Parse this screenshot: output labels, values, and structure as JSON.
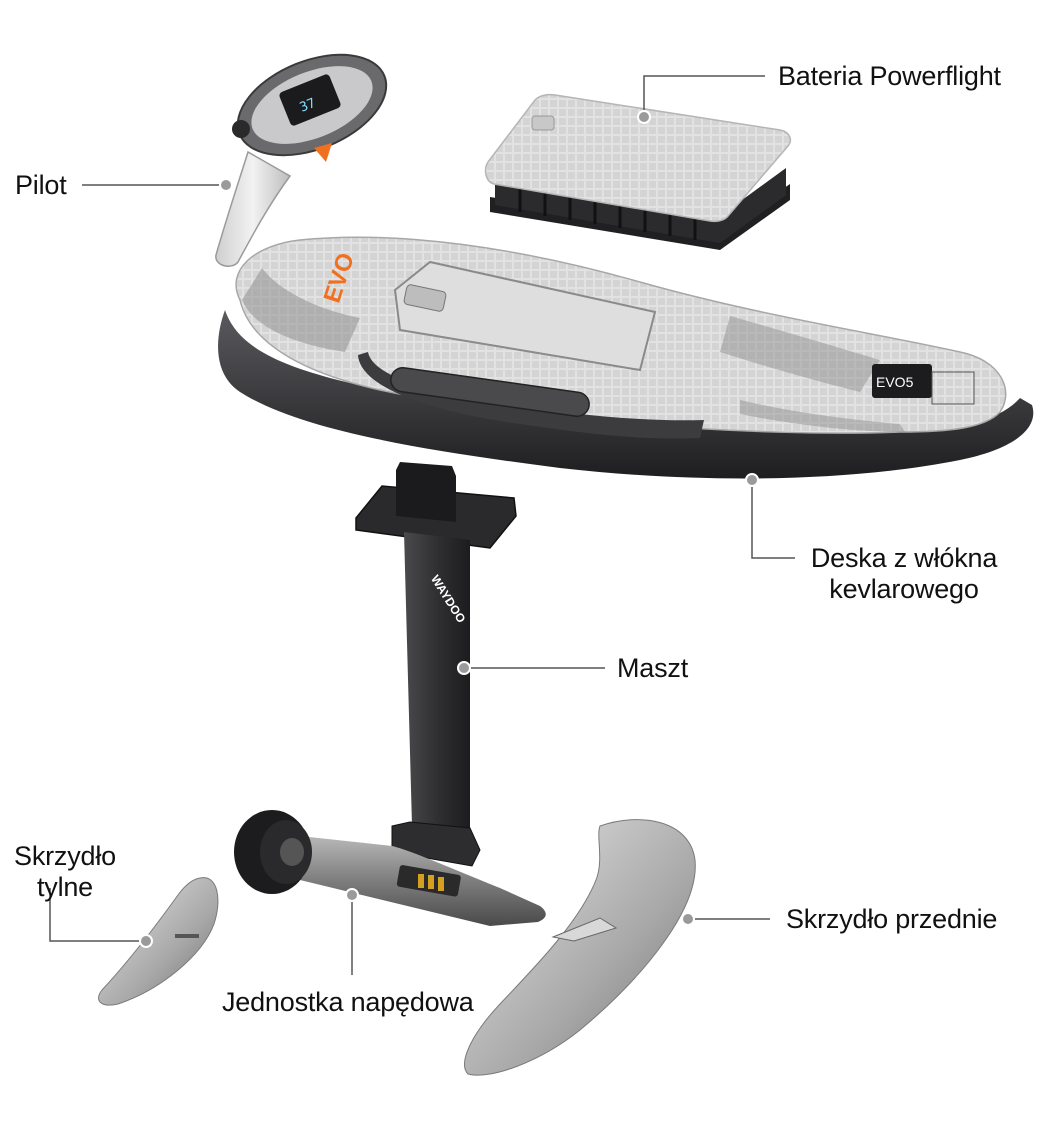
{
  "diagram": {
    "labels": {
      "battery": "Bateria Powerflight",
      "remote": "Pilot",
      "board_line1": "Deska z włókna",
      "board_line2": "kevlarowego",
      "mast": "Maszt",
      "rear_wing_line1": "Skrzydło",
      "rear_wing_line2": "tylne",
      "front_wing": "Skrzydło przednie",
      "drive_unit": "Jednostka napędowa"
    },
    "product_marks": {
      "board_logo": "EVO",
      "board_badge": "EVO5",
      "mast_logo": "WAYDOO"
    },
    "colors": {
      "leader_line": "#555555",
      "dot": "#9a9a9a",
      "accent_orange": "#f07020",
      "deck_light": "#dcdcdc",
      "hull_dark": "#2c2c2e"
    }
  }
}
